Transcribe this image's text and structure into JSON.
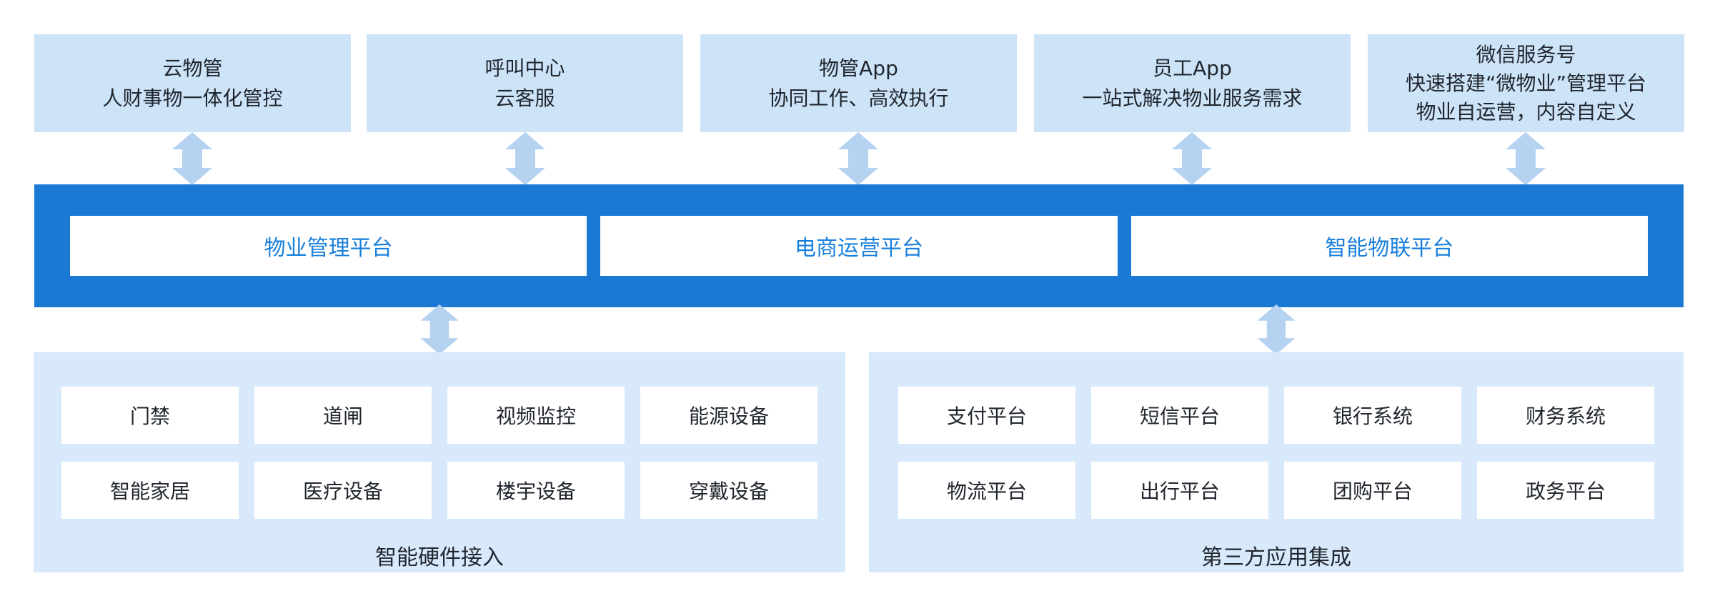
{
  "diagram": {
    "top_row": [
      {
        "lines": [
          "云物管",
          "人财事物一体化管控"
        ]
      },
      {
        "lines": [
          "呼叫中心",
          "云客服"
        ]
      },
      {
        "lines": [
          "物管App",
          "协同工作、高效执行"
        ]
      },
      {
        "lines": [
          "员工App",
          "一站式解决物业服务需求"
        ]
      },
      {
        "lines": [
          "微信服务号",
          "快速搭建“微物业”管理平台",
          "物业自运营，内容自定义"
        ]
      }
    ],
    "platform_bar": {
      "items": [
        {
          "label": "物业管理平台"
        },
        {
          "label": "电商运营平台"
        },
        {
          "label": "智能物联平台"
        }
      ]
    },
    "bottom_sections": [
      {
        "title": "智能硬件接入",
        "items": [
          "门禁",
          "道闸",
          "视频监控",
          "能源设备",
          "智能家居",
          "医疗设备",
          "楼宇设备",
          "穿戴设备"
        ]
      },
      {
        "title": "第三方应用集成",
        "items": [
          "支付平台",
          "短信平台",
          "银行系统",
          "财务系统",
          "物流平台",
          "出行平台",
          "团购平台",
          "政务平台"
        ]
      }
    ],
    "colors": {
      "top_box_bg": "#cde4f8",
      "section_bg": "#d7e9fb",
      "bar_bg": "#1a79d3",
      "platform_text": "#1a80dc",
      "arrow": "#b5d2f0",
      "item_box_bg": "#ffffff",
      "text": "#21262e"
    }
  }
}
